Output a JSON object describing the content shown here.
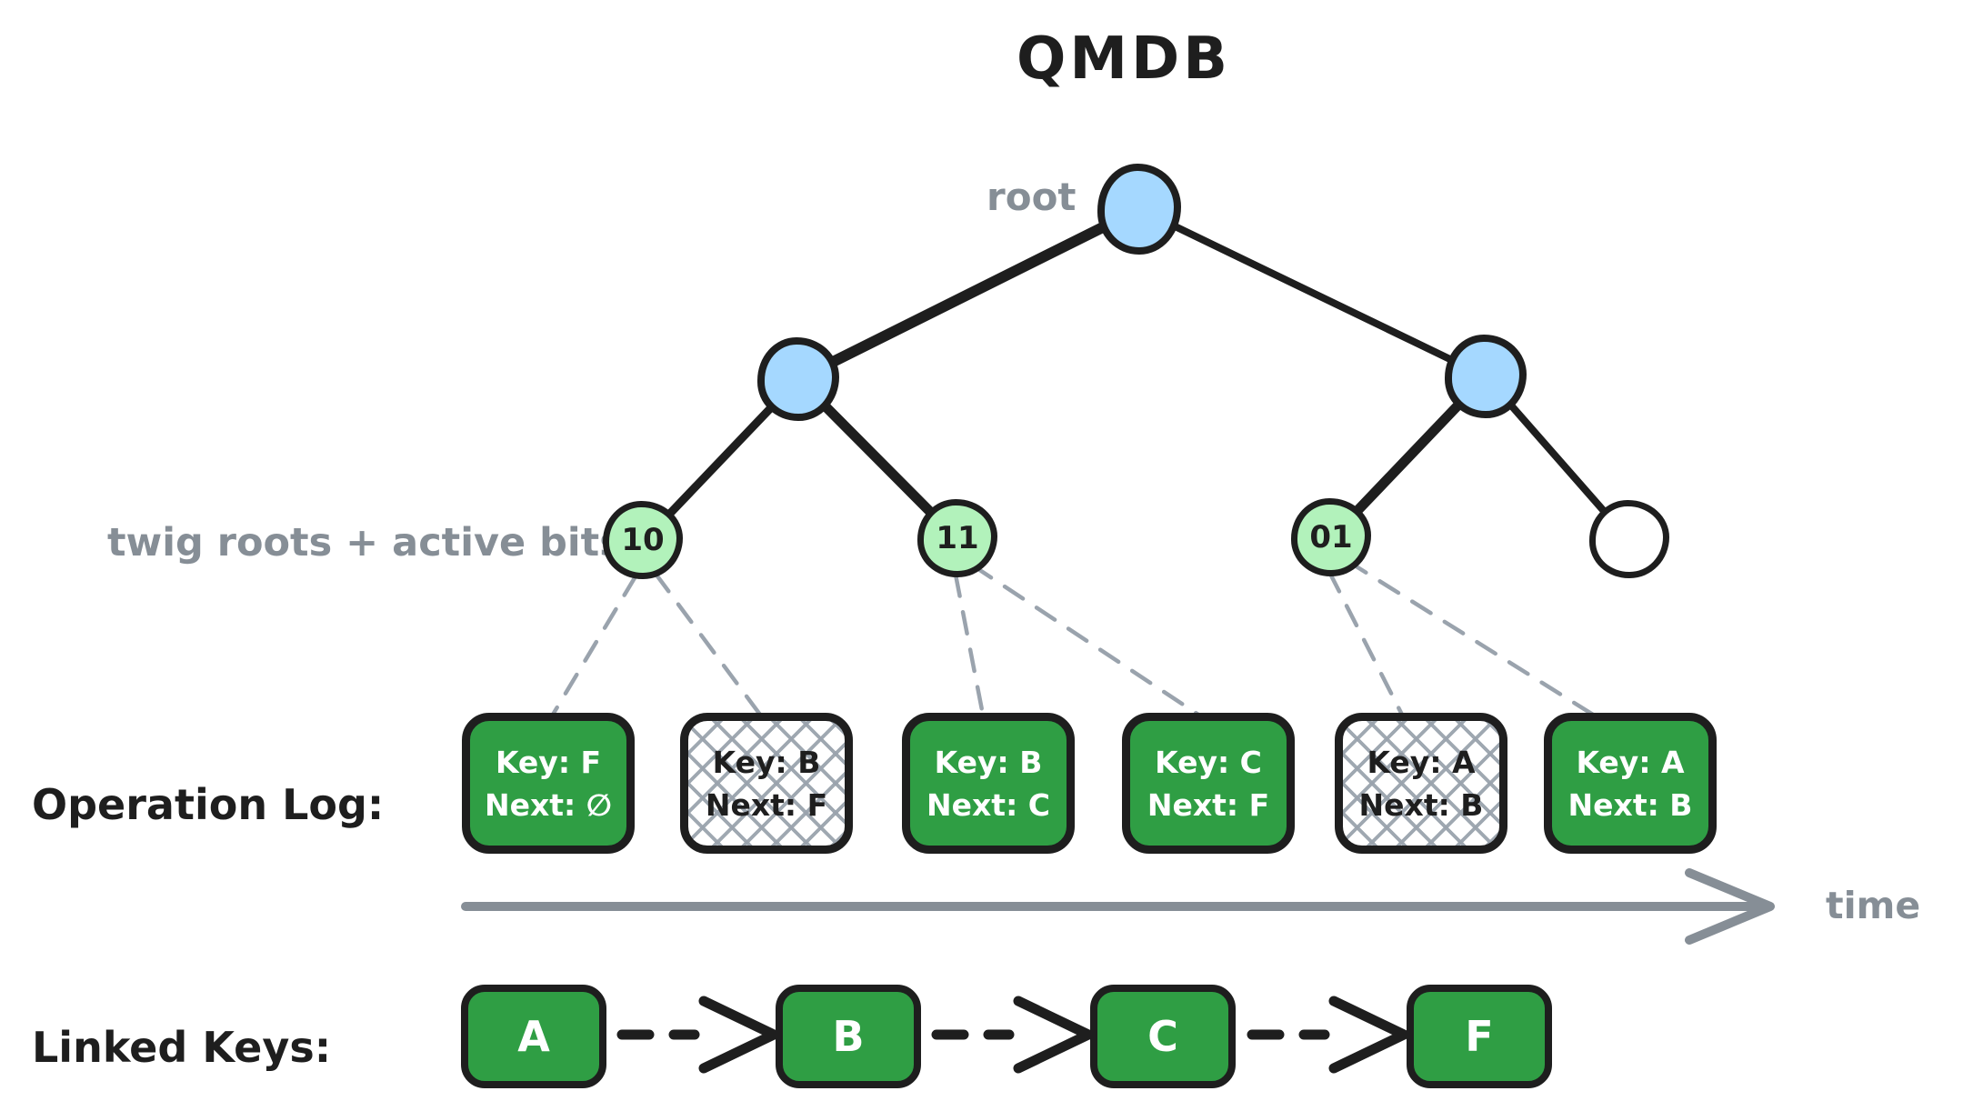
{
  "title": "QMDB",
  "palette": {
    "node_blue": "#a5d8ff",
    "twig_green": "#b2f2bb",
    "box_green": "#2f9e44",
    "stroke_black": "#1e1e1e",
    "label_gray": "#868e96"
  },
  "tree": {
    "root_label": "root",
    "twig_label": "twig roots + active bits",
    "twigs": [
      {
        "label": "10"
      },
      {
        "label": "11"
      },
      {
        "label": "01"
      },
      {
        "label": ""
      }
    ]
  },
  "operation_log": {
    "label": "Operation Log:",
    "entries": [
      {
        "key": "Key: F",
        "next": "Next: ∅",
        "status": "active"
      },
      {
        "key": "Key: B",
        "next": "Next: F",
        "status": "superseded"
      },
      {
        "key": "Key: B",
        "next": "Next: C",
        "status": "active"
      },
      {
        "key": "Key: C",
        "next": "Next: F",
        "status": "active"
      },
      {
        "key": "Key: A",
        "next": "Next: B",
        "status": "superseded"
      },
      {
        "key": "Key: A",
        "next": "Next: B",
        "status": "active"
      }
    ]
  },
  "time_axis": {
    "label": "time"
  },
  "linked_keys": {
    "label": "Linked Keys:",
    "keys": [
      "A",
      "B",
      "C",
      "F"
    ]
  }
}
